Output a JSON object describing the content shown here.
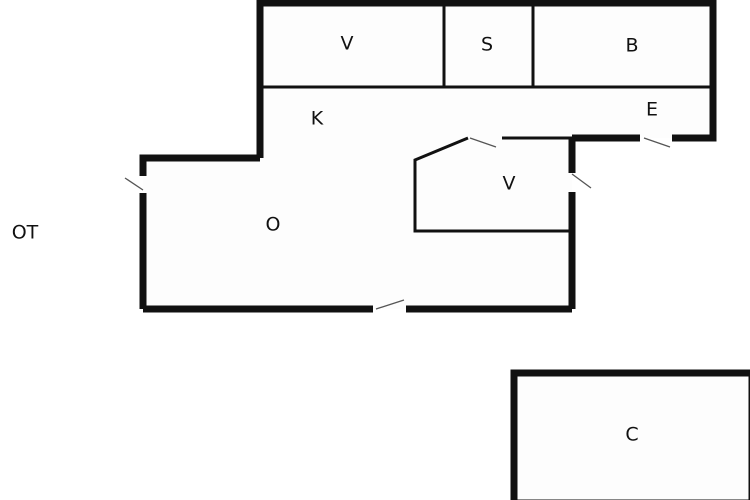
{
  "floorplan": {
    "colors": {
      "wall": "#111111",
      "floor": "#fdfdfd",
      "door": "#555555",
      "background": "#ffffff"
    },
    "rooms": {
      "storage_top": "V",
      "sauna": "S",
      "bathroom": "B",
      "kitchen": "K",
      "entrance": "E",
      "living": "O",
      "wardrobe": "V",
      "cellar": "C"
    },
    "outside_label": "OT"
  }
}
